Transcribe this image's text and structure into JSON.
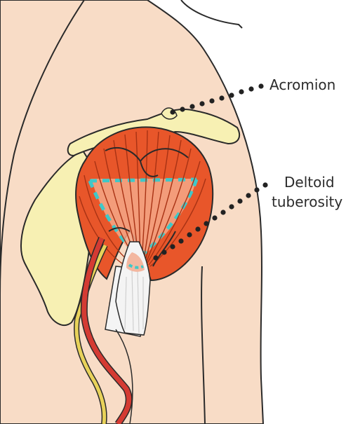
{
  "labels": {
    "acromion": "Acromion",
    "deltoid_line1": "Deltoid",
    "deltoid_line2": "tuberosity"
  },
  "colors": {
    "skin": "#f8dcc6",
    "skin_outline": "#2a2a2a",
    "bone": "#f7f0b3",
    "muscle": "#e8562a",
    "muscle_light": "#f4a888",
    "muscle_lines": "#a83214",
    "tendon": "#f4f4f4",
    "origin_marker": "#3fc8c8",
    "insertion_marker": "#f3b7a0",
    "artery": "#d43b33",
    "nerve": "#e8d25a",
    "pointer": "#222222"
  }
}
